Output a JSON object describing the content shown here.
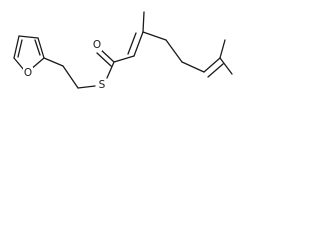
{
  "molecule": {
    "atoms": {
      "furan_oxygen": "O",
      "carbonyl_oxygen": "O",
      "thioester_sulfur": "S"
    }
  }
}
